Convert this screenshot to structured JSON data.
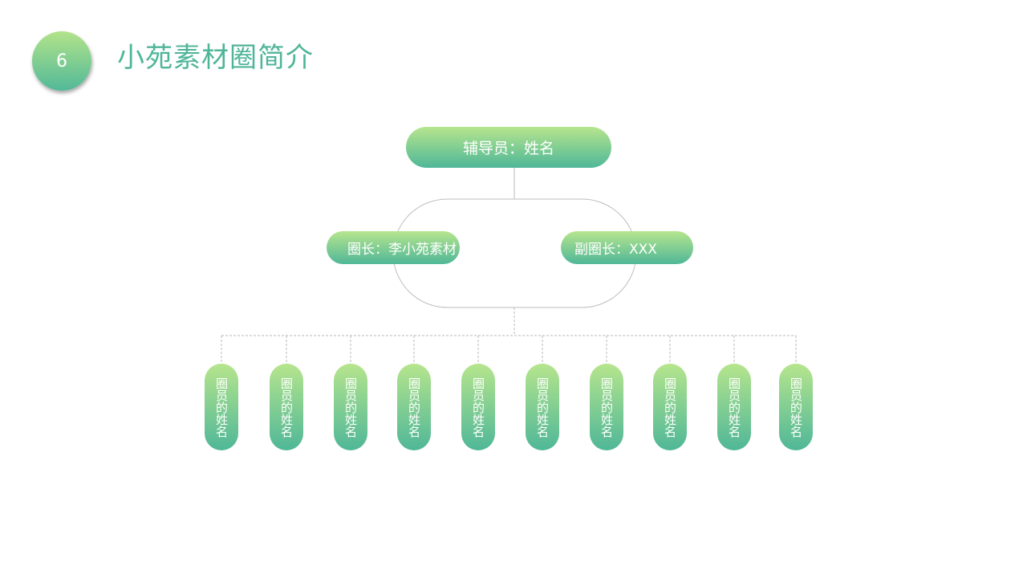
{
  "slide": {
    "number": "6",
    "title": "小苑素材圈简介"
  },
  "org": {
    "advisor": "辅导员：姓名",
    "leader": "圈长：李小苑素材",
    "vice_leader": "副圈长：XXX",
    "members": [
      "圈员的姓名",
      "圈员的姓名",
      "圈员的姓名",
      "圈员的姓名",
      "圈员的姓名",
      "圈员的姓名",
      "圈员的姓名",
      "圈员的姓名",
      "圈员的姓名",
      "圈员的姓名"
    ]
  },
  "colors": {
    "accent": "#4fb598",
    "gradient_top": "#b6e58d",
    "gradient_bottom": "#4fb798",
    "connector": "#b8b8b8"
  }
}
